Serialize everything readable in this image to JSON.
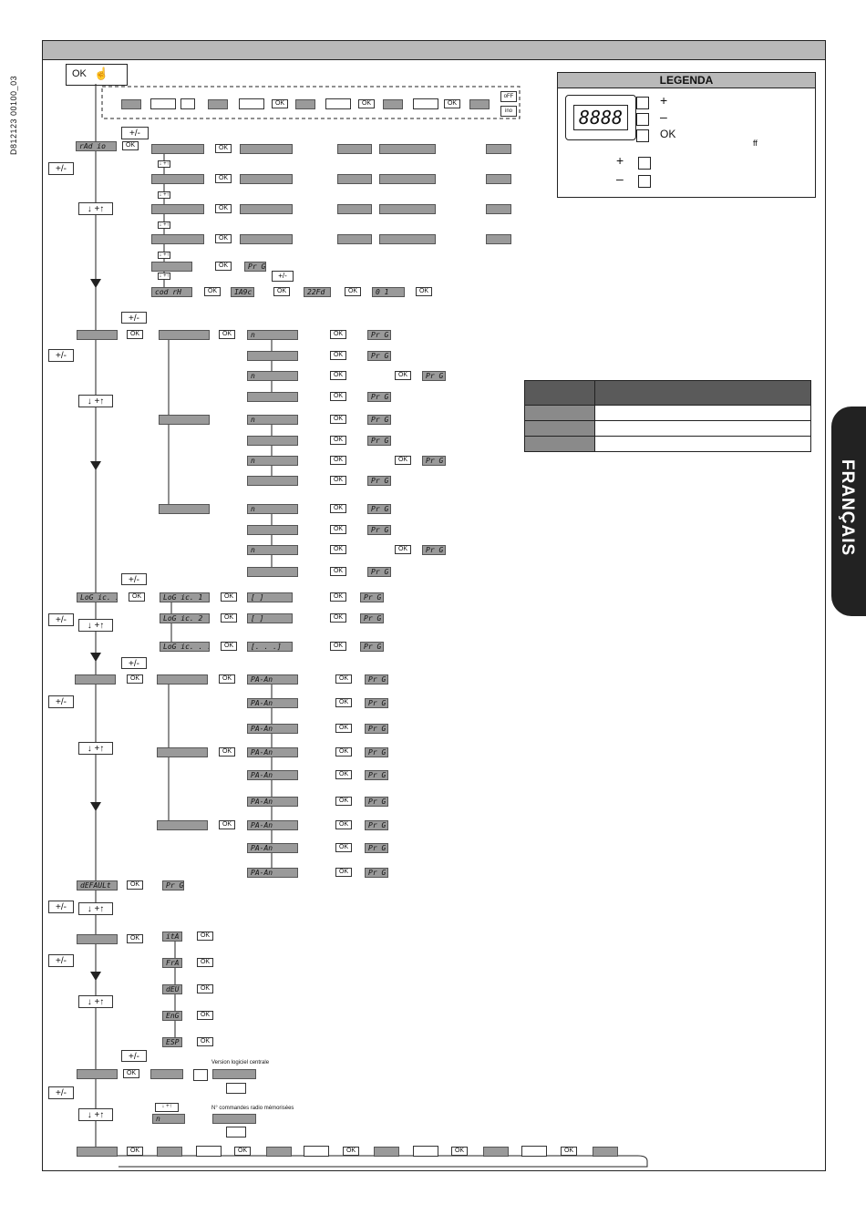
{
  "doc_code": "D812123 00100_03",
  "legend": {
    "title": "LEGENDA",
    "display": "8888",
    "plus": "+",
    "minus": "–",
    "ok": "OK",
    "note": "ff"
  },
  "language_tab": "FRANÇAIS",
  "start": {
    "ok": "OK"
  },
  "sections": {
    "radio": "rAd io",
    "codrx": "cod rH",
    "codrx_values": [
      "IA9c",
      "22Fd",
      "0 1"
    ],
    "logic": [
      "LoG ic. 1",
      "LoG ic. 2",
      "LoG ic. . . ."
    ],
    "logic_vals": [
      "[ ]",
      "[ ]",
      "[. . .]"
    ],
    "param": "PA-An",
    "default": "dEFAULt",
    "languages": [
      "itA",
      "FrA",
      "dEU",
      "EnG",
      "ESP"
    ],
    "prg": "Pr G",
    "n": "n",
    "version_note": "Version logiciel centrale",
    "remote_note": "N° commandes radio mémorisées"
  },
  "controls": {
    "pm": "+/-",
    "ud": "↓ +↑",
    "ok": "OK",
    "off": "oFF",
    "on": "ino"
  }
}
